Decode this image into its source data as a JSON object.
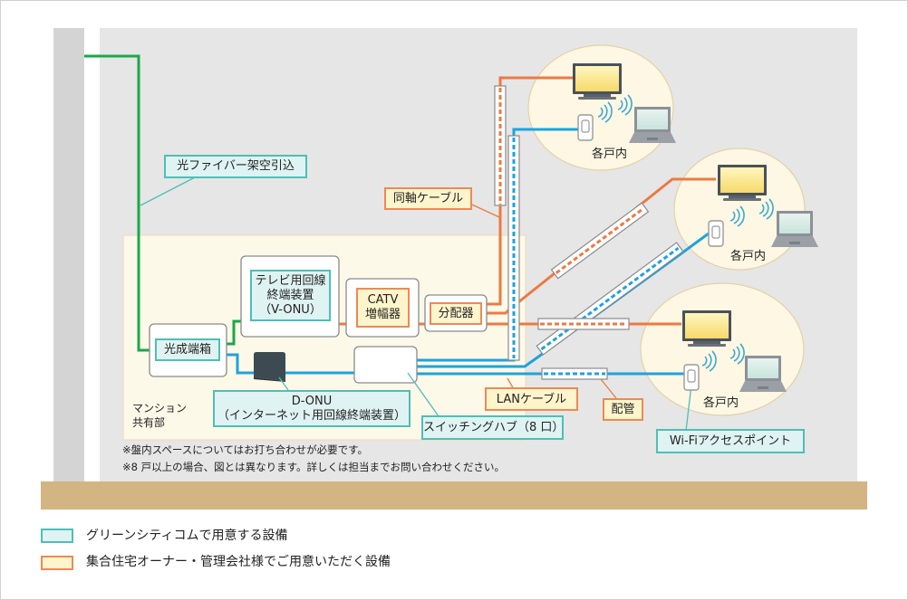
{
  "diagram": {
    "labels": {
      "fiber_aerial": "光ファイバー架空引込",
      "coax_cable": "同軸ケーブル",
      "tv_onu_line1": "テレビ用回線",
      "tv_onu_line2": "終端装置",
      "tv_onu_line3": "（V-ONU）",
      "catv_line1": "CATV",
      "catv_line2": "増幅器",
      "splitter": "分配器",
      "optical_box": "光成端箱",
      "donu_line1": "D-ONU",
      "donu_line2": "（インターネット用回線終端装置）",
      "switching_hub": "スイッチングハブ（8 口）",
      "lan_cable": "LANケーブル",
      "conduit": "配管",
      "wifi_ap": "Wi-Fiアクセスポイント",
      "shared_area_line1": "マンション",
      "shared_area_line2": "共有部",
      "unit_1": "各戸内",
      "unit_2": "各戸内",
      "unit_3": "各戸内"
    },
    "notes": [
      "※盤内スペースについてはお打ち合わせが必要です。",
      "※8 戸以上の場合、図とは異なります。詳しくは担当までお問い合わせください。"
    ],
    "colors": {
      "fiber": "#1aa84a",
      "coax": "#ec7a43",
      "lan": "#1ea3dc",
      "greencity_fill": "#dff3f2",
      "greencity_border": "#4dbfb8",
      "owner_fill": "#fff5cc",
      "owner_border": "#ec8a55",
      "ground": "#d3b483"
    }
  },
  "legend": [
    {
      "label": "グリーンシティコムで用意する設備",
      "type": "greencity"
    },
    {
      "label": "集合住宅オーナー・管理会社様でご用意いただく設備",
      "type": "owner"
    }
  ]
}
